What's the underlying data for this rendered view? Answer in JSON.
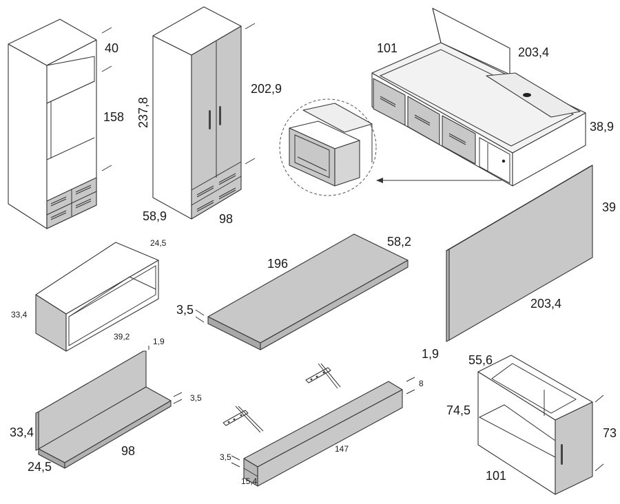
{
  "colors": {
    "line": "#333333",
    "panel_white": "#ffffff",
    "panel_light": "#f4f4f4",
    "panel_grey": "#c8c8c8",
    "panel_dark": "#b2b2b2"
  },
  "items": {
    "tall_unit_open": {
      "depth": "40",
      "height": "158"
    },
    "wardrobe": {
      "height_total": "237,8",
      "height_doors": "202,9",
      "depth": "58,9",
      "width": "98"
    },
    "bed": {
      "depth": "101",
      "length": "203,4",
      "height": "38,9"
    },
    "headboard": {
      "height": "39",
      "length": "203,4",
      "thickness": "1,9"
    },
    "open_box": {
      "depth": "24,5",
      "height": "33,4",
      "width": "39,2"
    },
    "desk_top": {
      "length": "196",
      "depth": "58,2",
      "thickness": "3,5"
    },
    "l_shelf": {
      "thickness_vertical": "1,9",
      "thickness_shelf": "3,5",
      "height": "33,4",
      "depth": "24,5",
      "length": "98"
    },
    "long_shelf": {
      "height": "8",
      "length": "147",
      "thickness": "3,5",
      "depth": "15,4"
    },
    "low_cabinet": {
      "depth": "55,6",
      "inner_height": "74,5",
      "height": "73",
      "width": "101"
    }
  }
}
